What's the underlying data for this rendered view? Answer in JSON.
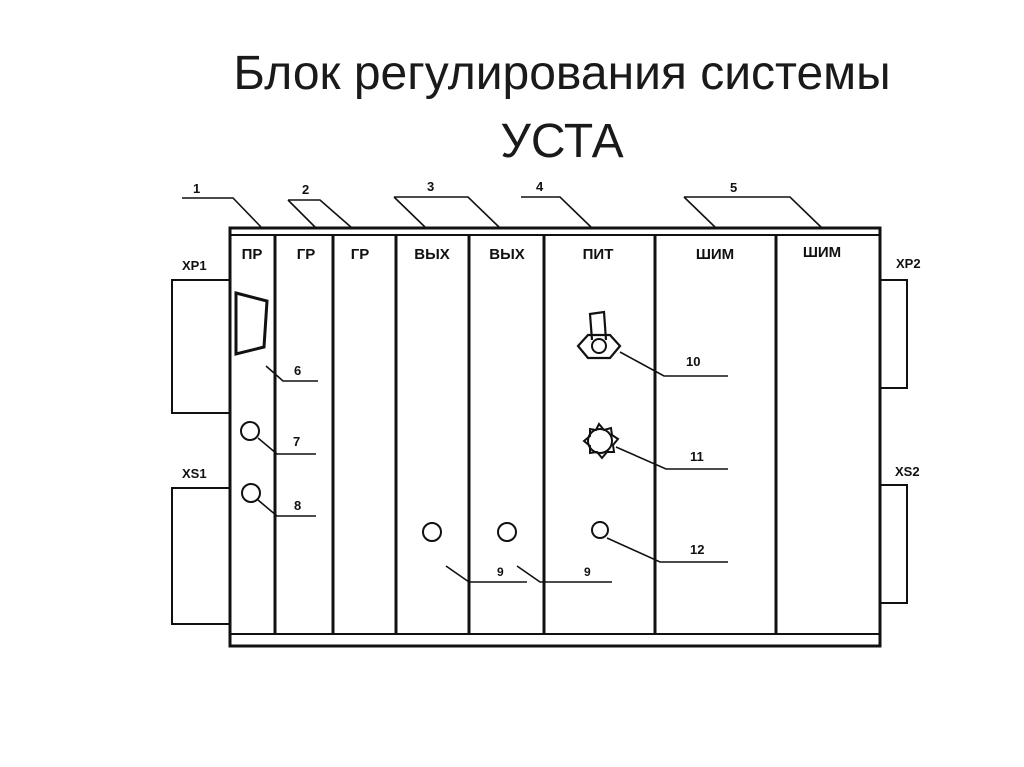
{
  "title": {
    "line1": "Блок регулирования системы",
    "line2": "УСТА"
  },
  "callouts": {
    "c1": "1",
    "c2": "2",
    "c3": "3",
    "c4": "4",
    "c5": "5",
    "c6": "6",
    "c7": "7",
    "c8": "8",
    "c9a": "9",
    "c9b": "9",
    "c10": "10",
    "c11": "11",
    "c12": "12"
  },
  "modules": {
    "m1": "ПР",
    "m2": "ГР",
    "m3": "ГР",
    "m4": "ВЫХ",
    "m5": "ВЫХ",
    "m6": "ПИТ",
    "m7": "ШИМ",
    "m8": "ШИМ"
  },
  "connectors": {
    "xp1": "XP1",
    "xs1": "XS1",
    "xp2": "XP2",
    "xs2": "XS2"
  }
}
